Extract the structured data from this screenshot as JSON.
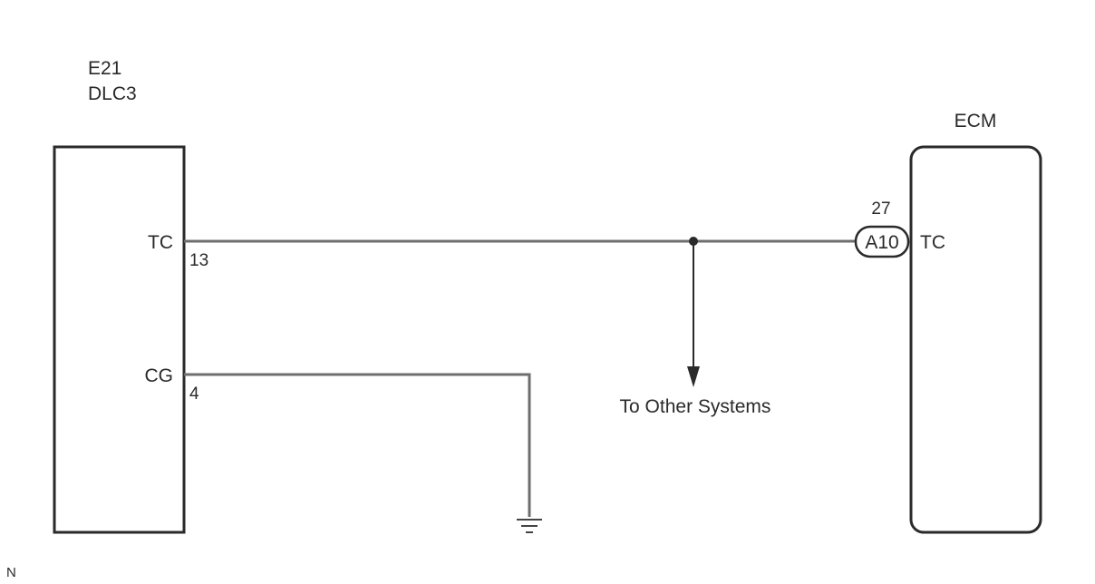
{
  "dlc3": {
    "connector_id": "E21",
    "name": "DLC3",
    "pins": [
      {
        "label": "TC",
        "number": "13"
      },
      {
        "label": "CG",
        "number": "4"
      }
    ]
  },
  "ecm": {
    "name": "ECM",
    "pin_label": "TC",
    "connector_code": "A10",
    "pin_number": "27"
  },
  "branch": {
    "label": "To Other Systems"
  },
  "footer": {
    "mark": "N"
  },
  "colors": {
    "outline": "#2a2a2a",
    "wire": "#6e6e6e",
    "text": "#2a2a2a"
  }
}
